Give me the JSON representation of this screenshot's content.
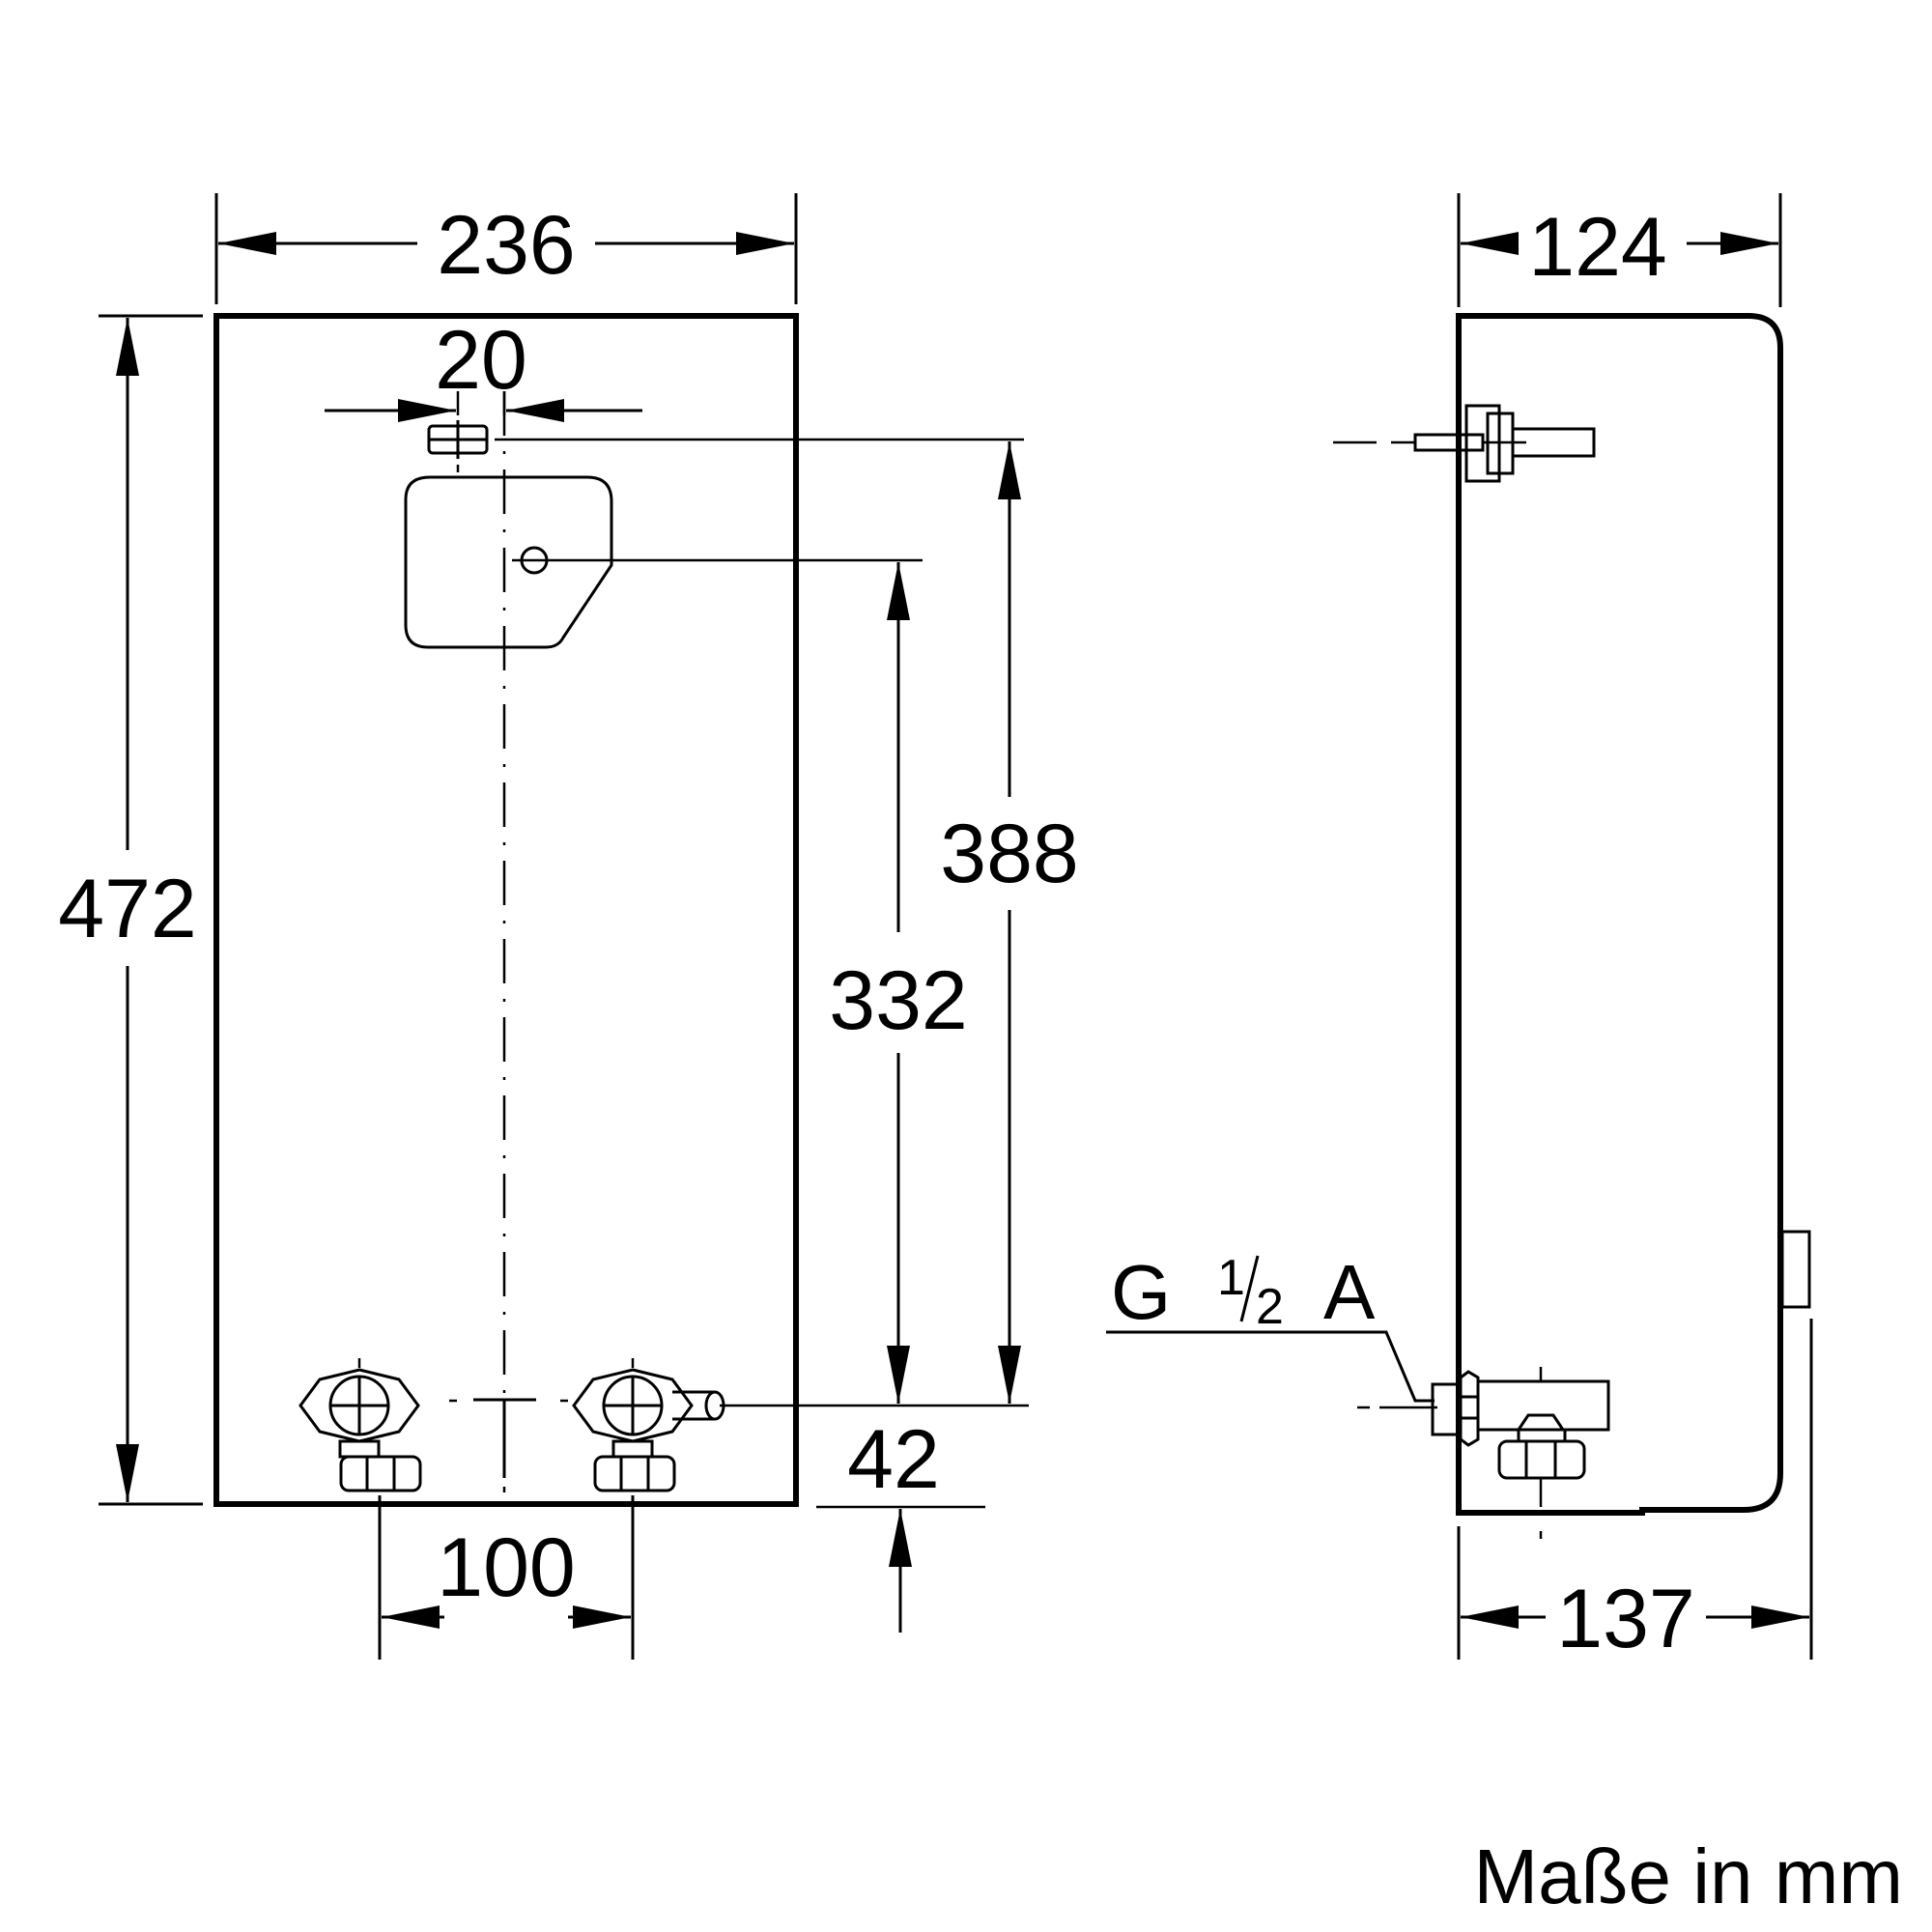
{
  "front_view": {
    "dim_width": "236",
    "dim_height": "472",
    "dim_bracket_offset": "20",
    "dim_bracket_height": "388",
    "dim_hole_height": "332",
    "dim_pipe_offset": "42",
    "dim_pipe_spacing": "100"
  },
  "side_view": {
    "dim_depth_top": "124",
    "dim_depth_bottom": "137",
    "thread_label_main": "G",
    "thread_label_num": "1",
    "thread_label_den": "2",
    "thread_label_suffix": "A"
  },
  "units_note": "Maße in mm"
}
